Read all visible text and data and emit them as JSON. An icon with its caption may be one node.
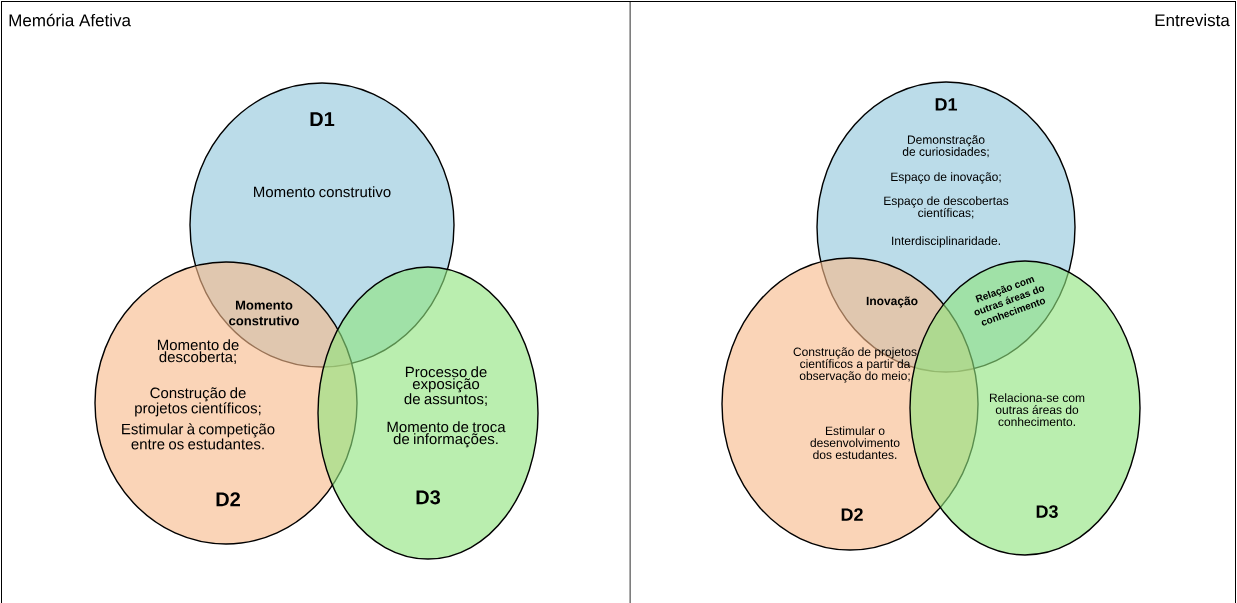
{
  "diagram": {
    "nodes": [
      {
        "text": [
          "D1",
          "Momento construtivo"
        ]
      },
      {
        "text": [
          "Momento de descoberta;",
          "Construção de projetos científicos;",
          "Estimular à competição entre os estudantes.",
          "D2"
        ]
      },
      {
        "text": [
          "Processo de exposição de assuntos;",
          "Momento de troca de informações.",
          "D3"
        ]
      },
      {
        "text": [
          "D1",
          "Demonstração de curiosidades;",
          "Espaço de inovação;",
          "Espaço de descobertas científicas;",
          "Interdisciplinaridade."
        ]
      },
      {
        "text": [
          "Construção de projetos científicos a partir da observação do meio;",
          "Estimular o desenvolvimento dos estudantes.",
          "D2"
        ]
      },
      {
        "text": [
          "Relaciona-se com outras áreas do conhecimento.",
          "D3"
        ]
      }
    ],
    "labels": [
      "Memória Afetiva",
      "Entrevista",
      "Momento construtivo",
      "Inovação",
      "Relação com outras áreas do conhecimento"
    ]
  }
}
